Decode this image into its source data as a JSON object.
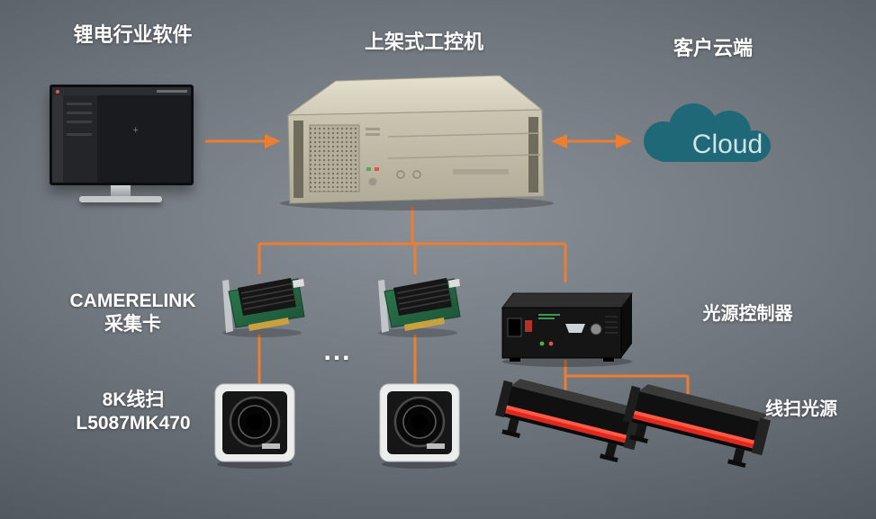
{
  "diagram": {
    "labels": {
      "software": "锂电行业软件",
      "ipc": "上架式工控机",
      "cloud": "客户云端",
      "capture_line1": "CAMERELINK",
      "capture_line2": "采集卡",
      "controller": "光源控制器",
      "camera_line1": "8K线扫",
      "camera_line2": "L5087MK470",
      "light": "线扫光源",
      "ellipsis": "...",
      "cloud_text": "Cloud"
    },
    "colors": {
      "connector_accent": "#ED7D31",
      "cloud_fill": "#1E6877",
      "label_text": "#FFFFFF",
      "pcb_green": "#2C7A4E",
      "light_red": "#E0281E",
      "chassis_beige": "#C7C2AE"
    }
  }
}
